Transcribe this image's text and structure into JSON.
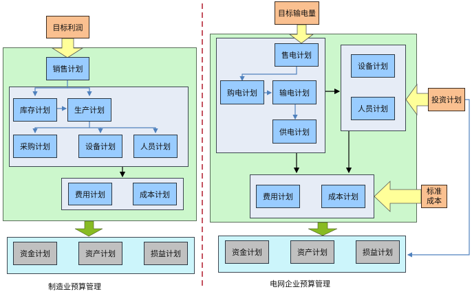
{
  "left": {
    "input": "目标利润",
    "sales": "销售计划",
    "inventory": "库存计划",
    "production": "生产计划",
    "purchase": "采购计划",
    "equipment": "设备计划",
    "personnel": "人员计划",
    "expense": "费用计划",
    "cost": "成本计划",
    "outputs": [
      "资金计划",
      "资产计划",
      "损益计划"
    ],
    "caption": "制造业预算管理"
  },
  "right": {
    "input": "目标输电量",
    "sell_power": "售电计划",
    "buy_power": "购电计划",
    "transmit_power": "输电计划",
    "supply_power": "供电计划",
    "equipment": "设备计划",
    "personnel": "人员计划",
    "investment": "投资计划",
    "expense": "费用计划",
    "cost": "成本计划",
    "standard_cost_line1": "标准",
    "standard_cost_line2": "成本",
    "outputs": [
      "资金计划",
      "资产计划",
      "损益计划"
    ],
    "caption": "电网企业预算管理"
  },
  "colors": {
    "green_bg": "#ccf7cc",
    "panel_bg": "#e6ecf6",
    "cyan_bg": "#ccf5fb",
    "blue_box": "#99ccff",
    "gray_box": "#c0c0c0",
    "orange_box": "#fac090",
    "yellow_arrow": "#ffff99",
    "green_arrow": "#88bb22",
    "divider": "#b0182a",
    "connector": "#4f81bd"
  }
}
